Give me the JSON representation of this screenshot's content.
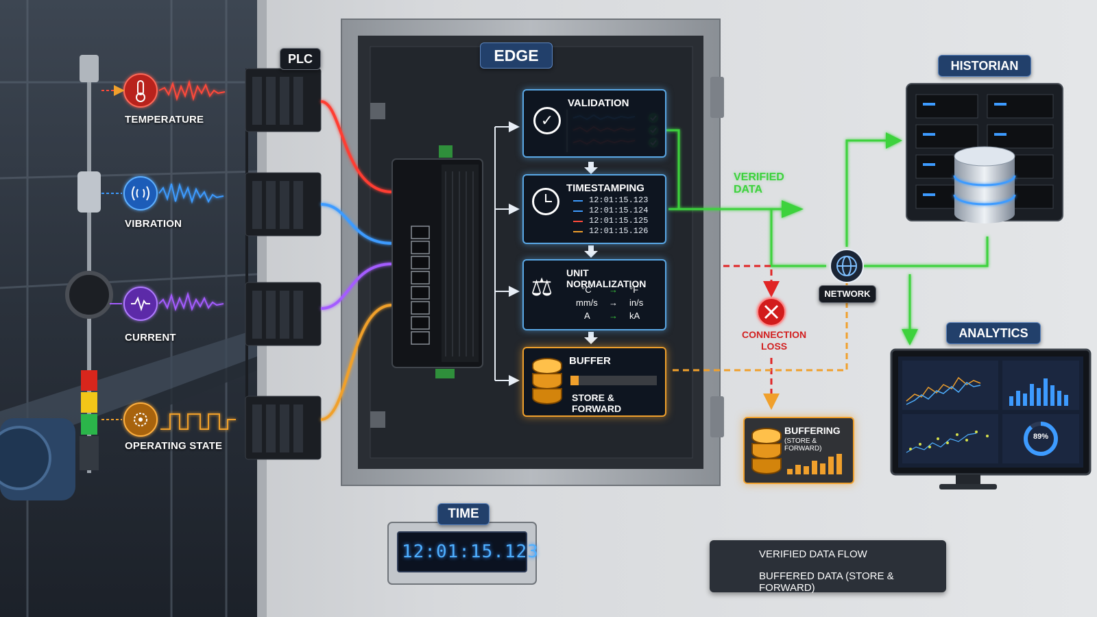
{
  "sensors": {
    "temperature": "TEMPERATURE",
    "vibration": "VIBRATION",
    "current": "CURRENT",
    "operating_state": "OPERATING STATE"
  },
  "plc_label": "PLC",
  "edge_label": "EDGE",
  "time_label": "TIME",
  "clock_display": "12:01:15.123",
  "steps": {
    "validation": "VALIDATION",
    "timestamping": {
      "title": "TIMESTAMPING",
      "times": [
        "12:01:15.123",
        "12:01:15.124",
        "12:01:15.125",
        "12:01:15.126"
      ]
    },
    "unit_normalization": {
      "title": "UNIT NORMALIZATION",
      "rows": [
        {
          "from": "°C",
          "to": "°F"
        },
        {
          "from": "mm/s",
          "to": "in/s"
        },
        {
          "from": "A",
          "to": "kA"
        }
      ]
    },
    "buffer": {
      "title": "BUFFER",
      "subtitle": "STORE & FORWARD"
    }
  },
  "verified_data_label": "VERIFIED\nDATA",
  "connection_loss_label": "CONNECTION\nLOSS",
  "network_label": "NETWORK",
  "historian_label": "HISTORIAN",
  "analytics_label": "ANALYTICS",
  "analytics_gauge_value": "89%",
  "buffering": {
    "title": "BUFFERING",
    "subtitle": "(STORE & FORWARD)"
  },
  "legend": {
    "verified": "VERIFIED DATA FLOW",
    "buffered": "BUFFERED DATA (STORE & FORWARD)"
  },
  "colors": {
    "temperature": "#e8453a",
    "vibration": "#2f8dff",
    "current": "#9b4dff",
    "operating_state": "#f0a02c",
    "verified_flow": "#3cd23c",
    "buffered_flow": "#f0a02c",
    "connection_loss": "#e02525",
    "panel_border": "#5aa8e6"
  }
}
